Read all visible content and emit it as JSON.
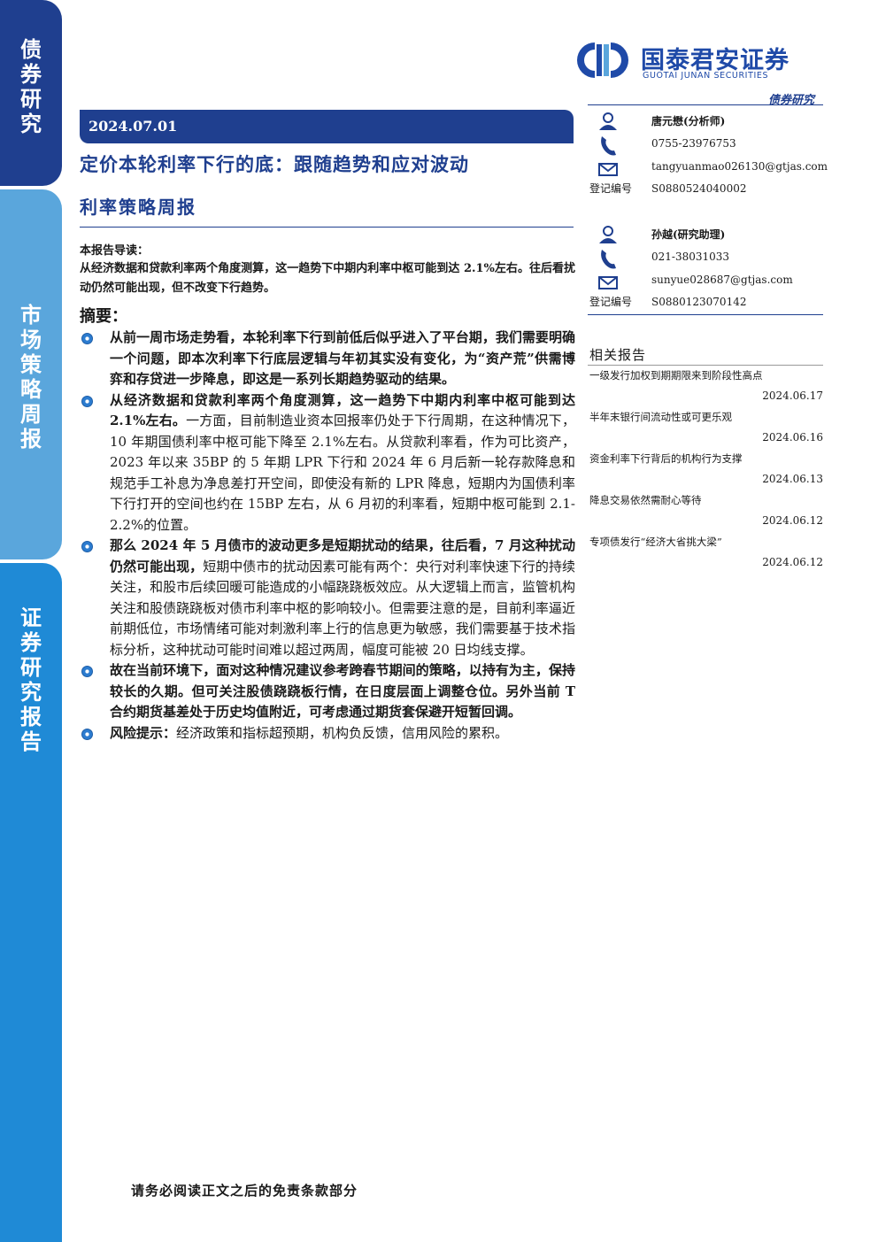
{
  "sidebar": {
    "label_top": [
      "债",
      "券",
      "研",
      "究"
    ],
    "label_mid": [
      "市",
      "场",
      "策",
      "略",
      "周",
      "报"
    ],
    "label_bottom": [
      "证",
      "券",
      "研",
      "究",
      "报",
      "告"
    ]
  },
  "logo": {
    "name_cn": "国泰君安证券",
    "name_en": "GUOTAI JUNAN SECURITIES"
  },
  "dept_tag": "债券研究",
  "report": {
    "date": "2024.07.01",
    "title": "定价本轮利率下行的底：跟随趋势和应对波动",
    "subtitle": "利率策略周报",
    "guide_head": "本报告导读：",
    "guide_body": "从经济数据和贷款利率两个角度测算，这一趋势下中期内利率中枢可能到达 2.1%左右。往后看扰动仍然可能出现，但不改变下行趋势。",
    "summary_head": "摘要：",
    "bullets": [
      {
        "bold": "从前一周市场走势看，本轮利率下行到前低后似乎进入了平台期，我们需要明确一个问题，即本次利率下行底层逻辑与年初其实没有变化，为“资产荒”供需博弈和存贷进一步降息，即这是一系列长期趋势驱动的结果。",
        "normal": ""
      },
      {
        "bold": "从经济数据和贷款利率两个角度测算，这一趋势下中期内利率中枢可能到达 2.1%左右。",
        "normal": "一方面，目前制造业资本回报率仍处于下行周期，在这种情况下，10 年期国债利率中枢可能下降至 2.1%左右。从贷款利率看，作为可比资产，2023 年以来 35BP 的 5 年期 LPR 下行和 2024 年 6 月后新一轮存款降息和规范手工补息为净息差打开空间，即使没有新的 LPR 降息，短期内为国债利率下行打开的空间也约在 15BP 左右，从 6 月初的利率看，短期中枢可能到 2.1-2.2%的位置。"
      },
      {
        "bold": "那么 2024 年 5 月债市的波动更多是短期扰动的结果，往后看，7 月这种扰动仍然可能出现，",
        "normal": "短期中债市的扰动因素可能有两个：央行对利率快速下行的持续关注，和股市后续回暖可能造成的小幅跷跷板效应。从大逻辑上而言，监管机构关注和股债跷跷板对债市利率中枢的影响较小。但需要注意的是，目前利率逼近前期低位，市场情绪可能对刺激利率上行的信息更为敏感，我们需要基于技术指标分析，这种扰动可能时间难以超过两周，幅度可能被 20 日均线支撑。"
      },
      {
        "bold": "故在当前环境下，面对这种情况建议参考跨春节期间的策略，以持有为主，保持较长的久期。但可关注股债跷跷板行情，在日度层面上调整仓位。另外当前 T 合约期货基差处于历史均值附近，可考虑通过期货套保避开短暂回调。",
        "normal": ""
      },
      {
        "bold": "风险提示：",
        "normal": "经济政策和指标超预期，机构负反馈，信用风险的累积。"
      }
    ]
  },
  "analysts": [
    {
      "name": "唐元懋(分析师)",
      "phone": "0755-23976753",
      "email": "tangyuanmao026130@gtjas.com",
      "reg_label": "登记编号",
      "reg_no": "S0880524040002"
    },
    {
      "name": "孙越(研究助理)",
      "phone": "021-38031033",
      "email": "sunyue028687@gtjas.com",
      "reg_label": "登记编号",
      "reg_no": "S0880123070142"
    }
  ],
  "related": {
    "head": "相关报告",
    "items": [
      {
        "title": "一级发行加权到期期限来到阶段性高点",
        "date": "2024.06.17"
      },
      {
        "title": "半年末银行间流动性或可更乐观",
        "date": "2024.06.16"
      },
      {
        "title": "资金利率下行背后的机构行为支撑",
        "date": "2024.06.13"
      },
      {
        "title": "降息交易依然需耐心等待",
        "date": "2024.06.12"
      },
      {
        "title": "专项债发行“经济大省挑大梁”",
        "date": "2024.06.12"
      }
    ]
  },
  "footer_note": "请务必阅读正文之后的免责条款部分",
  "colors": {
    "brand_navy": "#1f3f8f",
    "brand_blue": "#1f4aa8",
    "sidebar_light": "#5aa6dc",
    "sidebar_mid": "#1f8ad6"
  },
  "icons": [
    "user-icon",
    "phone-icon",
    "mail-icon"
  ]
}
